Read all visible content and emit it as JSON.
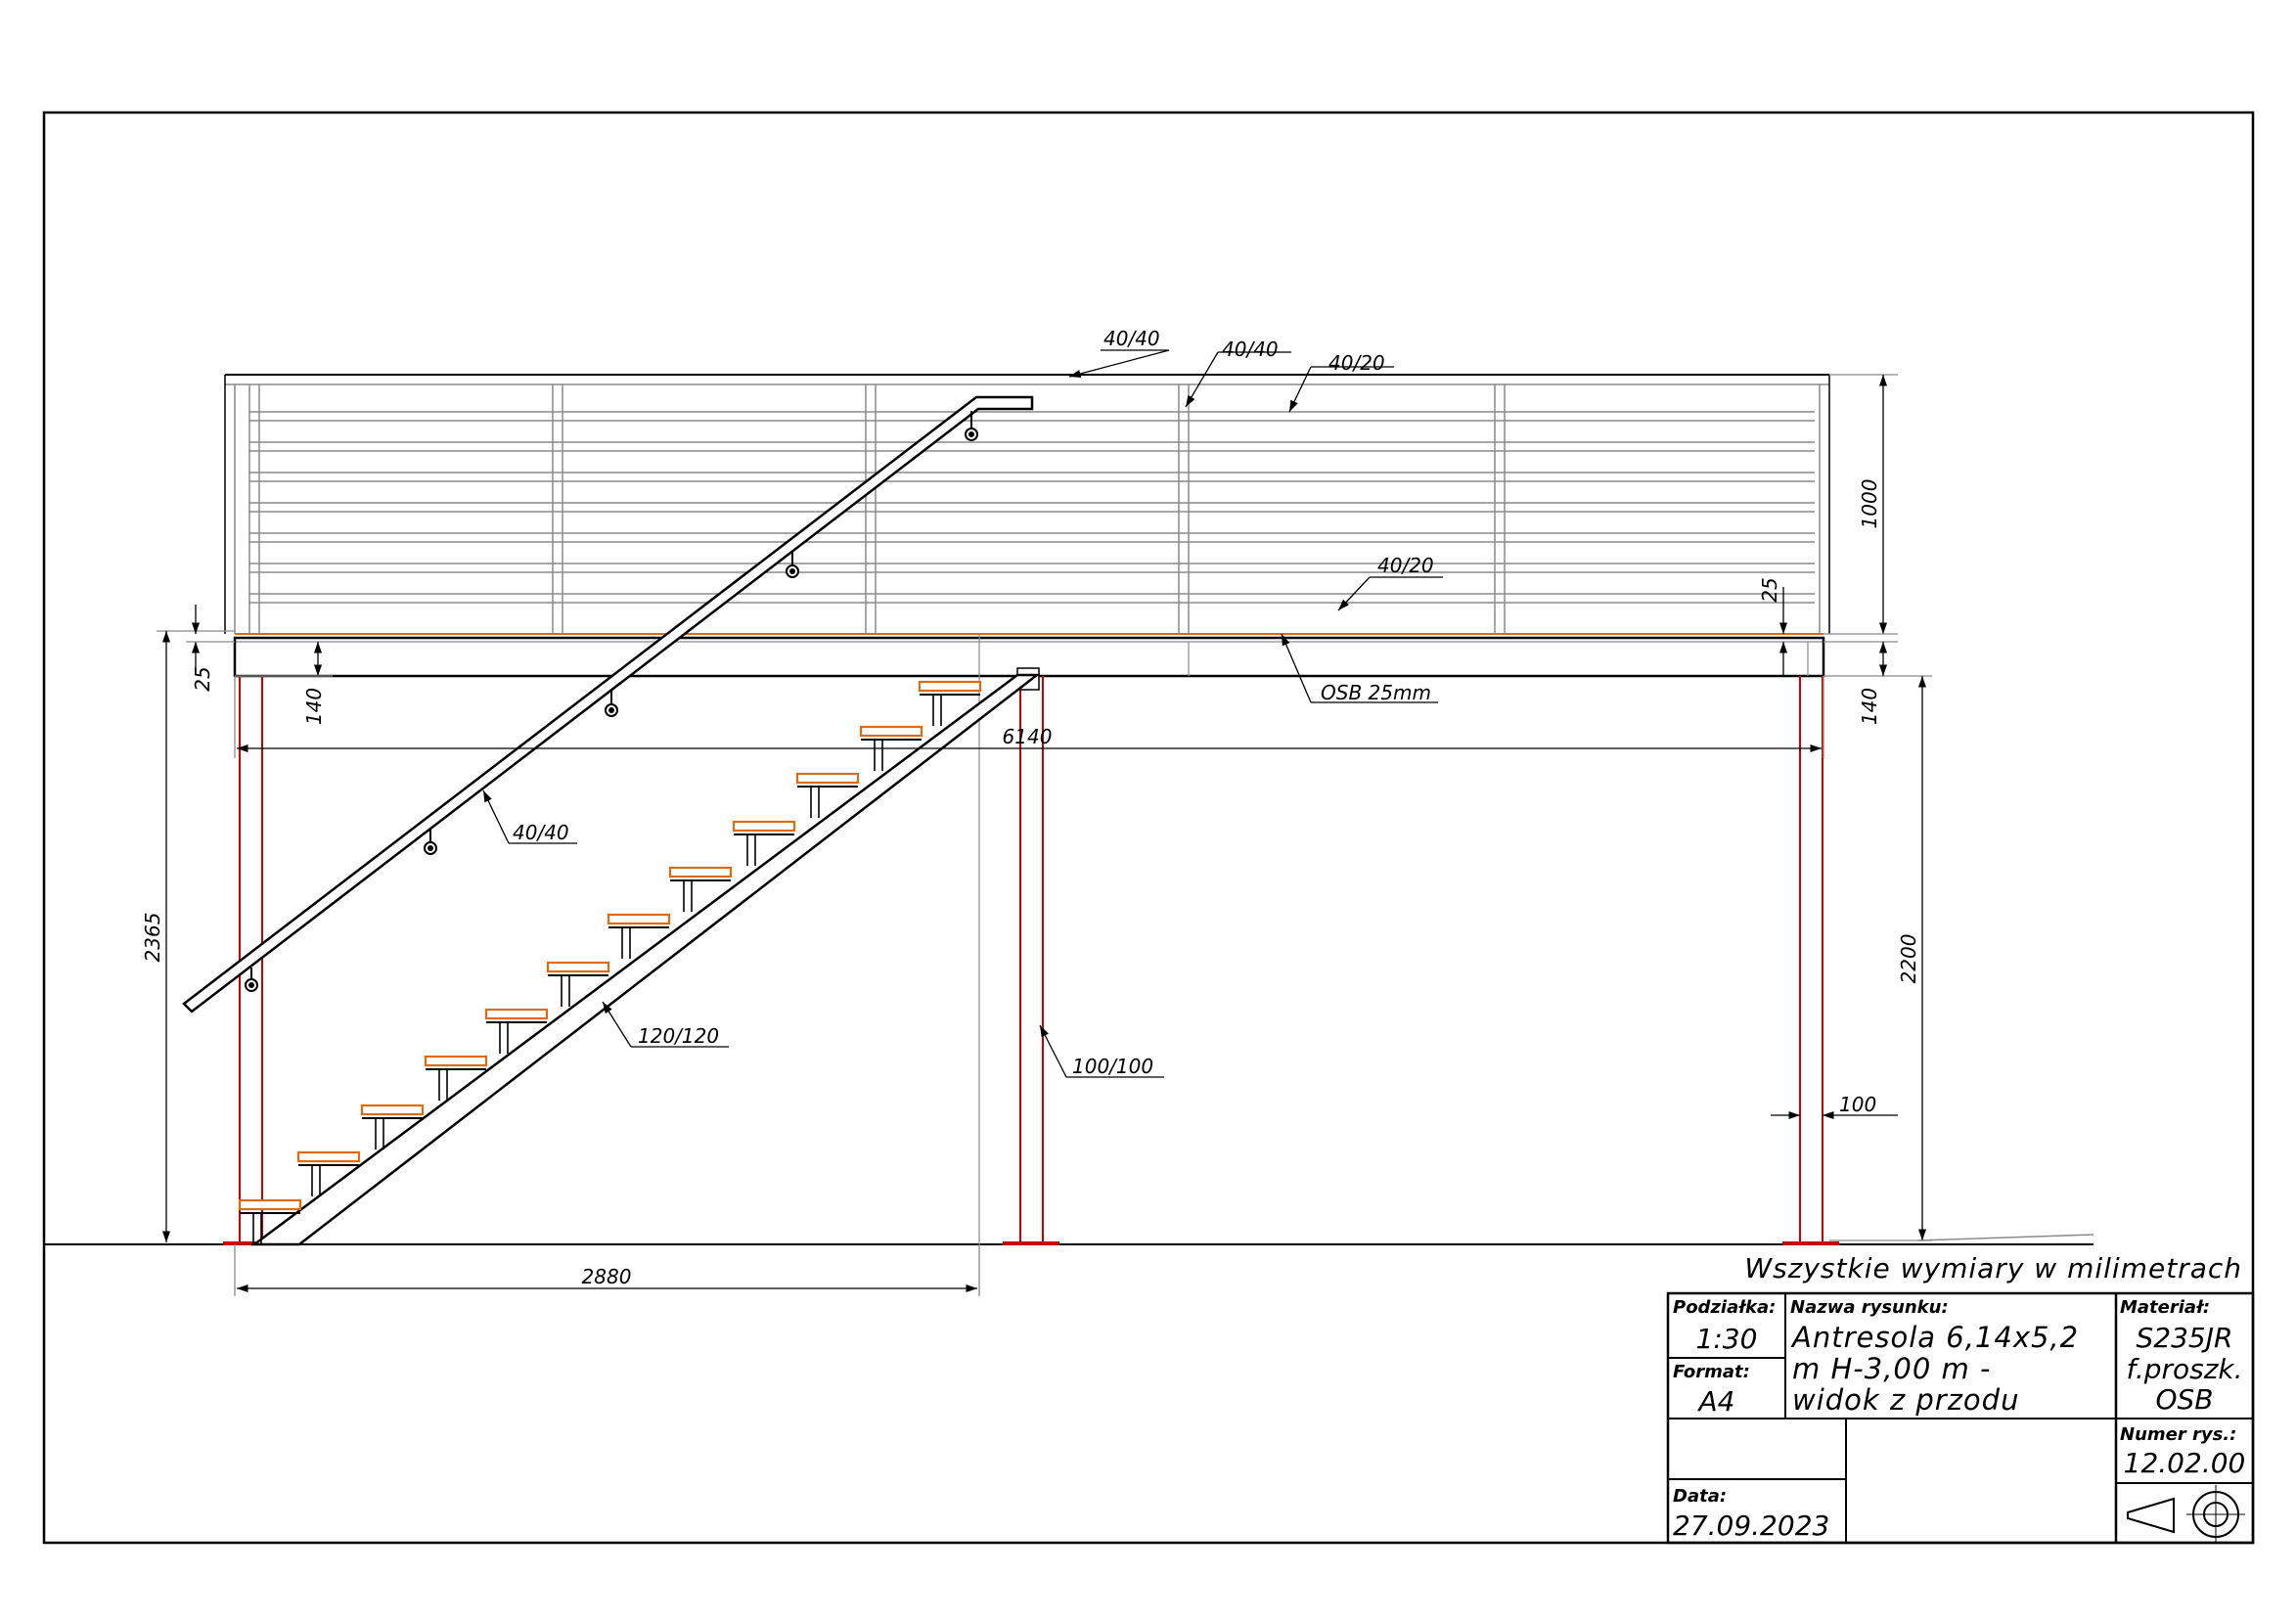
{
  "colors": {
    "line": "#000000",
    "steel_red": "#cc0000",
    "tread_orange": "#e06a10",
    "light_line": "#8a8a8a",
    "paper": "#ffffff"
  },
  "callouts": {
    "rail_top": "40/40",
    "post": "40/40",
    "infill_top": "40/20",
    "infill_bottom": "40/20",
    "handrail": "40/40",
    "stringer": "120/120",
    "column": "100/100",
    "deck": "OSB 25mm"
  },
  "dimensions": {
    "rail_height": "1000",
    "deck_thickness_right": "25",
    "deck_thickness_left": "25",
    "beam_height_left": "140",
    "beam_height_right": "140",
    "overall_width": "6140",
    "total_height": "2365",
    "clear_height": "2200",
    "column_width": "100",
    "stair_run": "2880"
  },
  "title_block": {
    "note": "Wszystkie wymiary w milimetrach",
    "scale_label": "Podziałka:",
    "scale_value": "1:30",
    "format_label": "Format:",
    "format_value": "A4",
    "name_label": "Nazwa rysunku:",
    "name_line1": "Antresola 6,14x5,2",
    "name_line2": "m H-3,00 m -",
    "name_line3": "widok z przodu",
    "material_label": "Materiał:",
    "material_line1": "S235JR",
    "material_line2": "f.proszk.",
    "material_line3": "OSB",
    "number_label": "Numer rys.:",
    "number_value": "12.02.00",
    "date_label": "Data:",
    "date_value": "27.09.2023",
    "projection_symbol": "first-angle-projection-icon"
  }
}
